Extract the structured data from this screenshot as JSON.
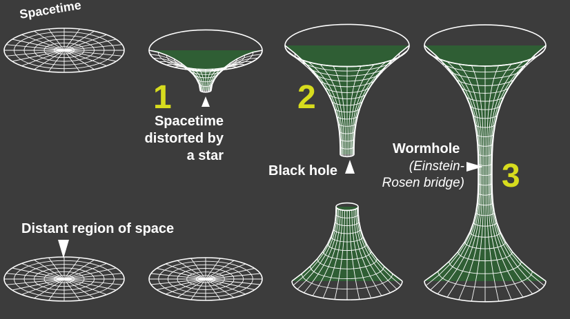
{
  "labels": {
    "spacetime": "Spacetime",
    "distorted_line1": "Spacetime",
    "distorted_line2": "distorted by",
    "distorted_line3": "a star",
    "black_hole": "Black hole",
    "wormhole": "Wormhole",
    "einstein_line1": "(Einstein-",
    "einstein_line2": "Rosen bridge)",
    "distant_region": "Distant region of space"
  },
  "step_numbers": [
    "1",
    "2",
    "3"
  ],
  "colors": {
    "background": "#3c3c3c",
    "grid_fill": "#2f5e34",
    "grid_line": "#ffffff",
    "number_accent": "#d7dc1e",
    "text": "#ffffff"
  }
}
